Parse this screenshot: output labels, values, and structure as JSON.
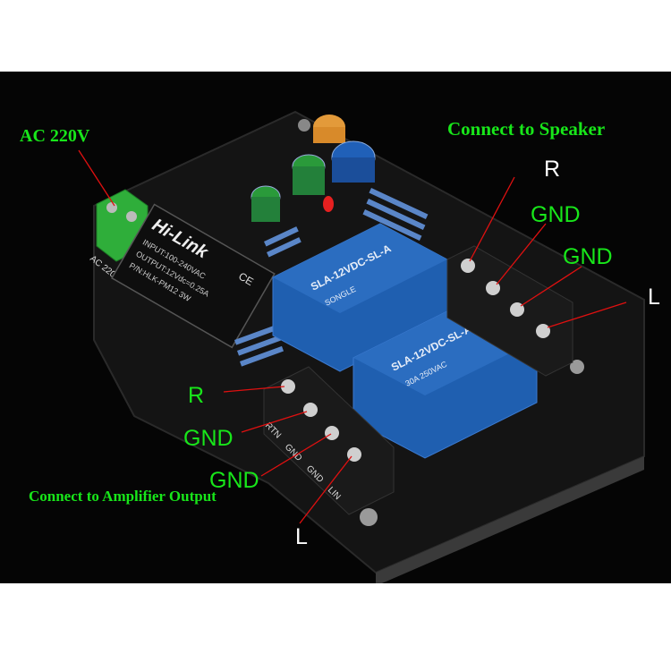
{
  "colors": {
    "background": "#050505",
    "label_green": "#18e61a",
    "label_white": "#ffffff",
    "pointer_red": "#e01010",
    "relay_blue": "#1f5fb0",
    "terminal_green": "#2fae3a",
    "board_black": "#121212"
  },
  "labels": {
    "ac_input": "AC 220V",
    "speaker_title": "Connect to Speaker",
    "speaker_r": "R",
    "speaker_gnd_1": "GND",
    "speaker_gnd_2": "GND",
    "speaker_l": "L",
    "amp_r": "R",
    "amp_gnd_1": "GND",
    "amp_gnd_2": "GND",
    "amp_l": "L",
    "amp_title": "Connect to Amplifier Output"
  },
  "board_text": {
    "psu_brand": "Hi-Link",
    "psu_input": "INPUT:100-240VAC",
    "psu_output": "OUTPUT:12Vdc=0.25A",
    "psu_model": "P/N:HLK-PM12 3W",
    "psu_ce": "CE",
    "ac_silk": "AC 220V",
    "relay_model": "SLA-12VDC-SL-A",
    "relay_brand": "SONGLE",
    "relay_rating": "30A 250VAC",
    "silk_rtn": "RTN",
    "silk_gnd": "GND",
    "silk_lin": "LIN"
  }
}
